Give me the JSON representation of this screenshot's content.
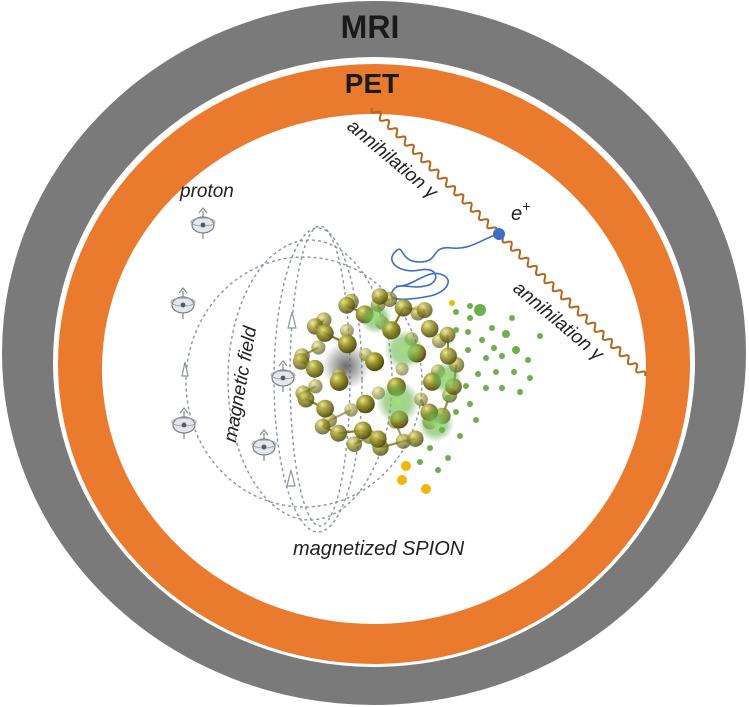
{
  "rings": {
    "outer_label": "MRI",
    "middle_label": "PET"
  },
  "labels": {
    "proton": "proton",
    "magnetic_field": "magnetic field",
    "annihilation_upper": "annihilation γ",
    "annihilation_lower": "annihilation γ",
    "positron_base": "e",
    "positron_sup": "+",
    "spion": "magnetized SPION"
  },
  "colors": {
    "mri_ring": "#7a7a7a",
    "pet_ring": "#ea7b2e",
    "gamma_wave": "#b5651d",
    "positron": "#3b6fc4",
    "positron_track": "#3b6fc4",
    "nanoparticle": "#7d7a1e",
    "tracer_dots": "#6ab04c",
    "emitted_dots": "#f2b705",
    "field_lines": "#8a93a0"
  },
  "icons": [
    "proton-spin-icon",
    "positron-dot-icon",
    "fullerene-nanoparticle-icon"
  ]
}
